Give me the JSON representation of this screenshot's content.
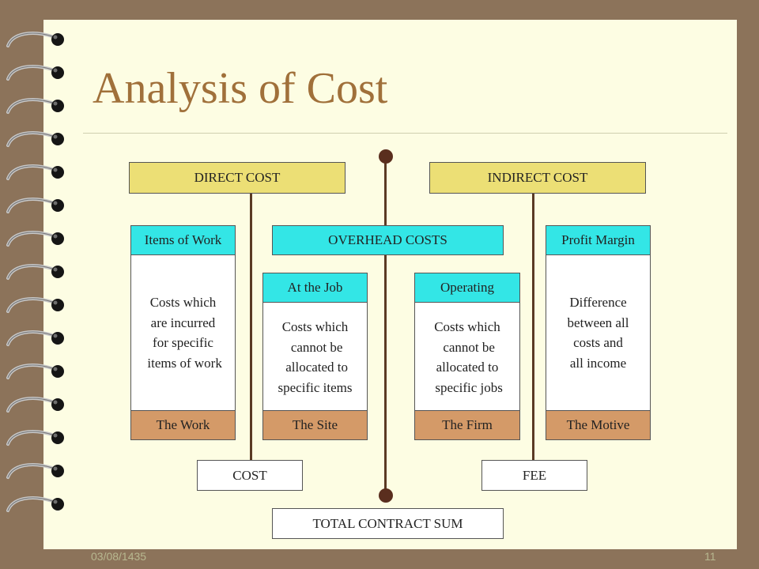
{
  "title": "Analysis of Cost",
  "direct_cost": "DIRECT COST",
  "indirect_cost": "INDIRECT COST",
  "overhead_costs": "OVERHEAD COSTS",
  "columns": {
    "items_of_work": {
      "header": "Items of Work",
      "desc": "Costs which\nare incurred\nfor specific\n items of work",
      "footer": "The Work"
    },
    "at_the_job": {
      "header": "At the Job",
      "desc": "Costs which\n cannot be\n allocated to\nspecific items",
      "footer": "The Site"
    },
    "operating": {
      "header": "Operating",
      "desc": "Costs which\n cannot be\nallocated to\n specific jobs",
      "footer": "The Firm"
    },
    "profit_margin": {
      "header": "Profit Margin",
      "desc": "Difference\nbetween all\ncosts and\nall income",
      "footer": "The Motive"
    }
  },
  "cost": "COST",
  "fee": "FEE",
  "total_contract_sum": "TOTAL CONTRACT SUM",
  "footer": {
    "date": "03/08/1435",
    "page_number": "11"
  },
  "colors": {
    "direct_indirect_fill": "#ecdf75",
    "header_fill": "#33e6e6",
    "footer_fill": "#d49a68",
    "title_color": "#a0703a"
  }
}
